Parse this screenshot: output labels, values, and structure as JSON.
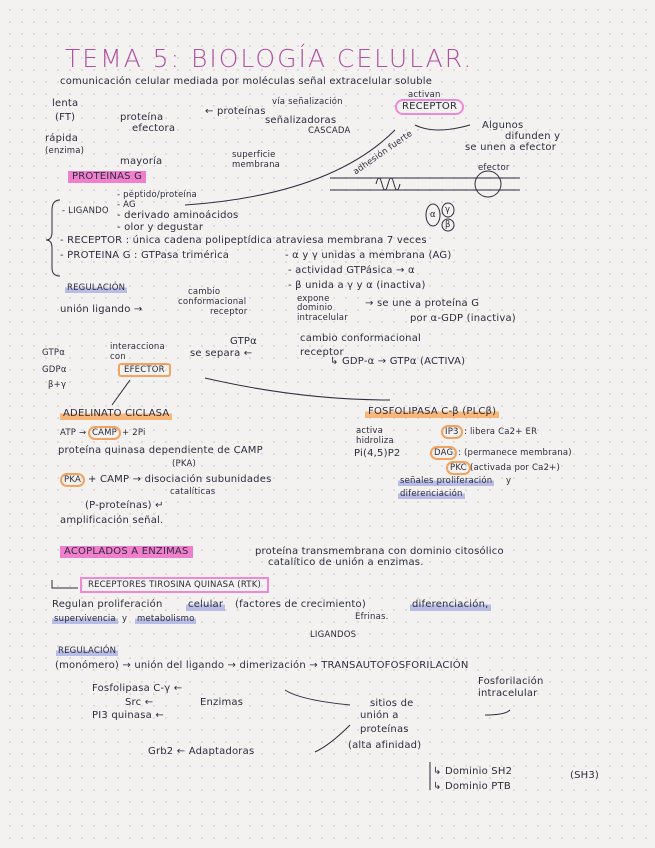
{
  "title": "TEMA 5: BIOLOGÍA CELULAR.",
  "intro": "comunicación celular mediada por moléculas señal extracelular soluble",
  "activan": "activan",
  "via": "vía señalización",
  "receptor": "RECEPTOR",
  "lenta": "lenta",
  "ft": "(FT)",
  "proteina_efectora": [
    "proteína",
    "efectora"
  ],
  "proteinas_senal": [
    "← proteínas",
    "señalizadoras"
  ],
  "cascada": "CASCADA",
  "algunos": [
    "Algunos",
    "difunden y",
    "se unen a efector"
  ],
  "rapida": [
    "rápida",
    "(enzima)"
  ],
  "mayoria": "mayoría",
  "superficie": [
    "superficie",
    "membrana"
  ],
  "adhesion": "adhesión fuerte",
  "efector_label": "efector",
  "diagram_subunits": [
    "α",
    "γ",
    "β"
  ],
  "proteinas_g": "PROTEINAS G",
  "ligando": {
    "label": "- LIGANDO",
    "items": [
      "- péptido/proteína",
      "- AG",
      "- derivado aminoácidos",
      "- olor y degustar"
    ]
  },
  "receptor_line": "- RECEPTOR : única cadena polipeptídica  atraviesa membrana 7 veces",
  "proteina_g_line": "- PROTEINA G : GTPasa trimérica",
  "proteina_g_items": [
    "- α y γ unidas a membrana (AG)",
    "- actividad GTPásica → α",
    "- β unida a γ y α (inactiva)"
  ],
  "regulacion1": "REGULACIÓN",
  "reg_flow": {
    "union": "unión ligando →",
    "cambio": [
      "cambio",
      "conformacional",
      "receptor"
    ],
    "expone": [
      "expone",
      "dominio",
      "intracelular"
    ],
    "se_une": "→  se une a proteína G",
    "por": "por α-GDP (inactiva)",
    "cambio2": "cambio conformacional",
    "receptor2": "receptor",
    "gdp": "↳ GDP-α → GTPα (ACTIVA)",
    "gtpa_sep": [
      "GTPα",
      "se separa ←"
    ],
    "interacciona": [
      "interacciona",
      "con"
    ],
    "left": [
      "GTPα",
      "GDPα",
      "β+γ"
    ],
    "efector": "EFECTOR"
  },
  "adenilato": {
    "title": "ADELINATO CICLASA",
    "atp": "ATP →",
    "camp": "CAMP",
    "pi": "+ 2Pi",
    "pq": "proteína quinasa dependiente de CAMP",
    "pka_paren": "(PKA)",
    "pka": "PKA",
    "disoc": "+ CAMP → disociación subunidades",
    "catal": "catalíticas",
    "pprot": "(P-proteínas) ↵",
    "ampl": "amplificación señal."
  },
  "fosfolipasa": {
    "title": "FOSFOLIPASA C-β (PLCβ)",
    "activa": [
      "activa",
      "hidroliza",
      "Pi(4,5)P2"
    ],
    "ip3": "IP3",
    "ip3_text": ": libera Ca2+ ER",
    "dag": "DAG",
    "dag_text": ": (permanece membrana)",
    "pkc": "PKC",
    "pkc_text": "(activada por Ca2+)",
    "senales": "señales proliferación",
    "y": "y",
    "dif": "diferenciación"
  },
  "acoplados": {
    "title": "ACOPLADOS A ENZIMAS",
    "desc": [
      "proteína transmembrana con dominio citosólico",
      "catalítico de unión a enzimas."
    ],
    "rtk": "RECEPTORES TIROSINA QUINASA (RTK)",
    "regulan_a": "Regulan proliferación",
    "regulan_b": "celular",
    "regulan_c": "(factores de crecimiento)",
    "regulan_d": "diferenciación,",
    "superv": "supervivencia",
    "y": "y",
    "metab": "metabolismo",
    "efrinas": "Efrinas.",
    "ligandos": "LIGANDOS"
  },
  "regulacion2": "REGULACIÓN",
  "rtk_flow": {
    "main": "(monómero) → unión del ligando → dimerización → TRANSAUTOFOSFORILACIÓN",
    "fosfo": [
      "Fosforilación",
      "intracelular"
    ],
    "fosfolipasa": "Fosfolipasa C-γ ←",
    "src": "Src  ←",
    "enzimas": "Enzimas",
    "pi3": "PI3 quinasa ←",
    "sitios": [
      "sitios de",
      "unión a",
      "proteínas",
      "(alta afinidad)"
    ],
    "grb2": "Grb2 ← Adaptadoras",
    "sh2": "↳ Dominio SH2",
    "sh3": "(SH3)",
    "ptb": "↳ Dominio PTB"
  },
  "colors": {
    "ink": "#2c2c3c",
    "title": "#b0509e",
    "pink": "#f07fcd",
    "orange": "#f3a35f",
    "blue": "#b9bde6"
  }
}
